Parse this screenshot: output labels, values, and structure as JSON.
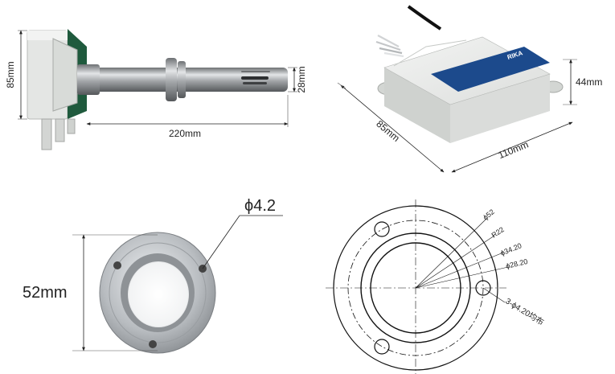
{
  "panel_probe": {
    "height_label": "85mm",
    "length_label": "220mm",
    "diameter_label": "28mm"
  },
  "panel_housing": {
    "depth_label": "85mm",
    "width_label": "110mm",
    "height_label": "44mm",
    "brand_text": "RIKA"
  },
  "panel_flange_photo": {
    "hole_label": "ϕ4.2",
    "diameter_label": "52mm"
  },
  "panel_flange_drawing": {
    "labels": [
      "ϕ52",
      "R22",
      "ϕ34.20",
      "ϕ28.20",
      "3-ϕ4.20均布"
    ]
  },
  "colors": {
    "housing_body": "#e6e8e6",
    "brand_stripe": "#1c4a8c",
    "steel": "#b9bcbf",
    "mount_green": "#1f5a3d"
  },
  "icons": [
    "sensor-probe-photo",
    "sensor-housing-photo",
    "flange-photo",
    "flange-drawing"
  ]
}
